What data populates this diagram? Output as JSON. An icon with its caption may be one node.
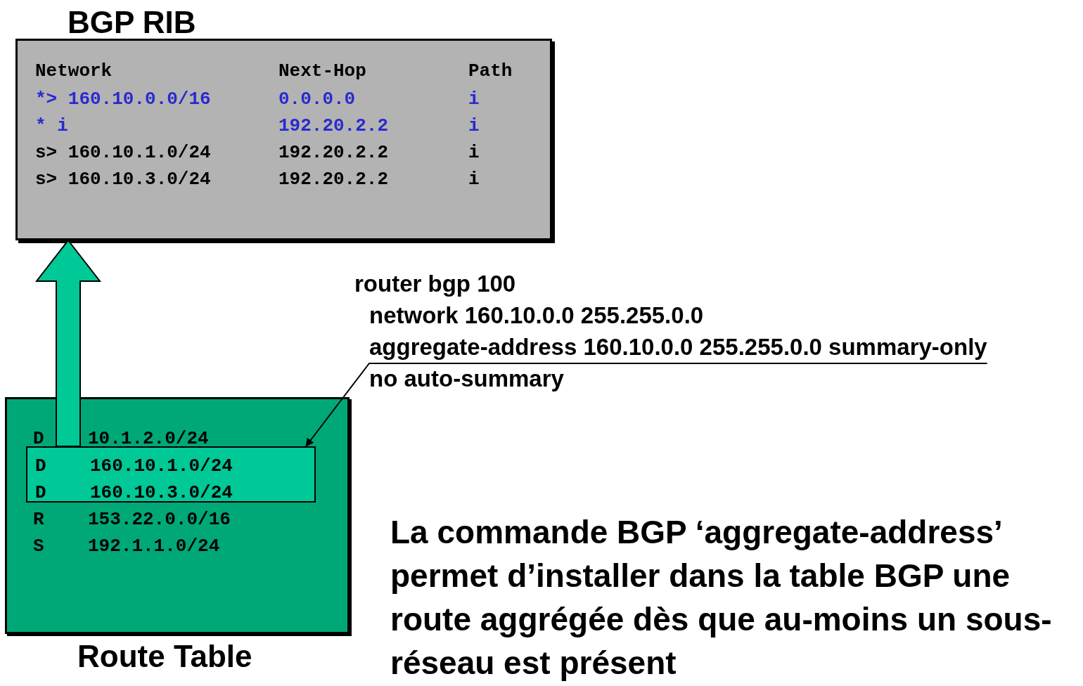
{
  "diagram": {
    "caption": "La commande BGP ‘aggregate-address’ permet d’installer dans la table BGP une route aggrégée dès que au-moins un sous-réseau est présent",
    "nodes": [
      {
        "text": [
          "BGP RIB",
          "Network",
          "Next-Hop",
          "Path",
          "*> 160.10.0.0/16",
          "0.0.0.0",
          "i",
          "* i",
          "192.20.2.2",
          "i",
          "s> 160.10.1.0/24",
          "192.20.2.2",
          "i",
          "s> 160.10.3.0/24",
          "192.20.2.2",
          "i"
        ]
      },
      {
        "text": [
          "Route Table",
          "D",
          "10.1.2.0/24",
          "R",
          "153.22.0.0/16",
          "S",
          "192.1.1.0/24"
        ]
      },
      {
        "text": [
          "D",
          "160.10.1.0/24",
          "D",
          "160.10.3.0/24"
        ],
        "in": 1
      },
      {
        "text": [
          "router bgp 100",
          "network 160.10.0.0 255.255.0.0",
          "aggregate-address 160.10.0.0 255.255.0.0 summary-only",
          "no auto-summary"
        ]
      }
    ],
    "edges": [
      {
        "from": 2,
        "to": 0,
        "arrow": "to"
      },
      {
        "from": 3,
        "to": 2,
        "arrow": "to"
      }
    ]
  }
}
